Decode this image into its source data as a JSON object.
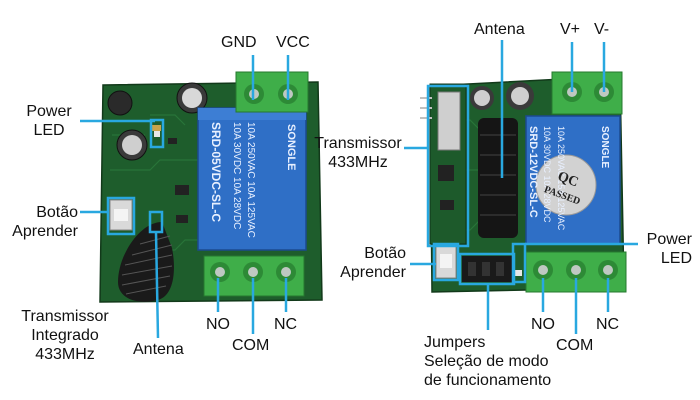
{
  "colors": {
    "callout": "#29a8e0",
    "pcb": "#1e5d2c",
    "pcb_dark": "#17451f",
    "relay": "#2f6fc6",
    "terminal": "#3fae49"
  },
  "left_module": {
    "labels": {
      "gnd": "GND",
      "vcc": "VCC",
      "power_led": [
        "Power",
        "LED"
      ],
      "botao": [
        "Botão",
        "Aprender"
      ],
      "transmissor": [
        "Transmissor",
        "Integrado",
        "433MHz"
      ],
      "antena": "Antena",
      "no": "NO",
      "com": "COM",
      "nc": "NC"
    },
    "relay_text": {
      "brand": "SONGLE",
      "rating_1": "10A 250VAC  10A 125VAC",
      "rating_2": "10A 30VDC  10A 28VDC",
      "model": "SRD-05VDC-SL-C"
    }
  },
  "right_module": {
    "labels": {
      "antena": "Antena",
      "vplus": "V+",
      "vminus": "V-",
      "transmissor": [
        "Transmissor",
        "433MHz"
      ],
      "botao": [
        "Botão",
        "Aprender"
      ],
      "power_led": [
        "Power",
        "LED"
      ],
      "no": "NO",
      "com": "COM",
      "nc": "NC",
      "jumpers": [
        "Jumpers",
        "Seleção de modo",
        "de funcionamento"
      ]
    },
    "relay_text": {
      "brand": "SONGLE",
      "rating_1": "10A 250VAC  15A 125VAC",
      "rating_2": "10A 30VDC  10A 28VDC",
      "model": "SRD-12VDC-SL-C",
      "qc_1": "QC",
      "qc_2": "PASSED"
    }
  }
}
